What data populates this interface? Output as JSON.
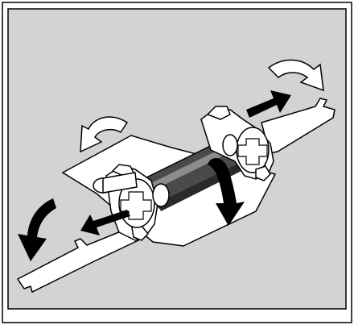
{
  "figure": {
    "subject": "packing-tape-removal-illustration",
    "colors": {
      "frame_background": "#d3d3d3",
      "outline": "#000000",
      "paper": "#ffffff",
      "roller": "#4a4a4a",
      "roller_highlight": "#8c8c8c",
      "arrow_solid": "#000000",
      "arrow_hollow": "#ffffff"
    },
    "arrows": [
      {
        "name": "pull-right-arrow",
        "style": "solid",
        "direction": "outward-right"
      },
      {
        "name": "pull-left-arrow",
        "style": "solid",
        "direction": "outward-left"
      },
      {
        "name": "fold-down-right-arrow",
        "style": "solid",
        "direction": "curve-down"
      },
      {
        "name": "fold-down-left-arrow",
        "style": "solid",
        "direction": "curve-down"
      },
      {
        "name": "rotate-right-arrow",
        "style": "hollow",
        "direction": "curve-over"
      },
      {
        "name": "rotate-left-arrow",
        "style": "hollow",
        "direction": "curve-over"
      }
    ]
  }
}
